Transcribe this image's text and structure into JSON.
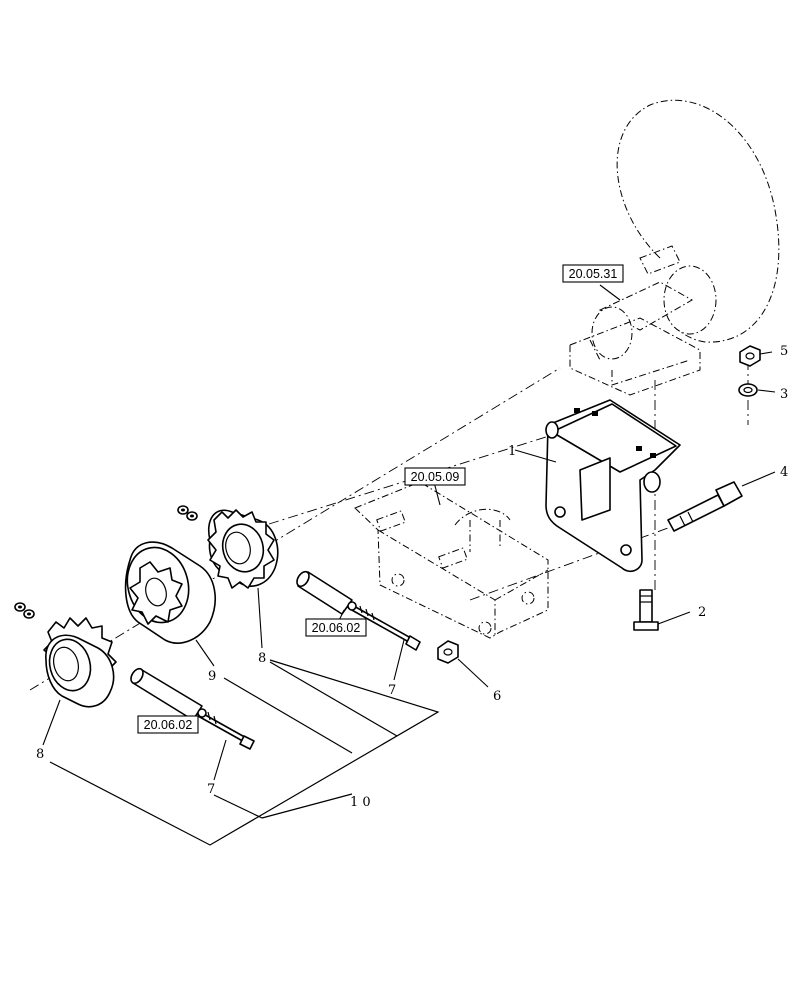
{
  "references": {
    "ref_20_05_31": "20.05.31",
    "ref_20_05_09": "20.05.09",
    "ref_20_06_02_upper": "20.06.02",
    "ref_20_06_02_lower": "20.06.02"
  },
  "callouts": {
    "c1": "1",
    "c2": "2",
    "c3": "3",
    "c4": "4",
    "c5": "5",
    "c6": "6",
    "c7_upper": "7",
    "c7_lower": "7",
    "c8_right": "8",
    "c8_left": "8",
    "c9": "9",
    "c10": "1 0"
  }
}
